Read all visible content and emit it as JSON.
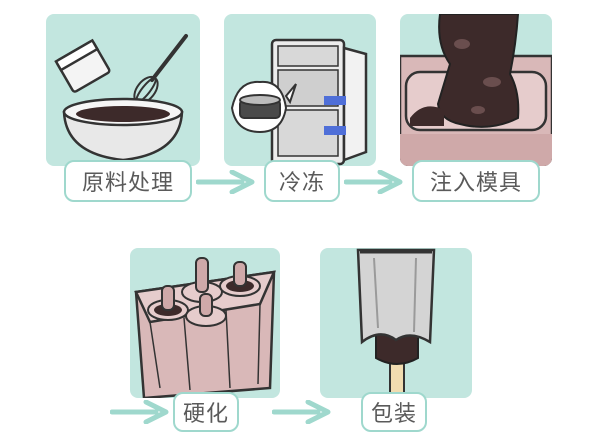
{
  "colors": {
    "panel_bg": "#c2e6df",
    "label_border": "#9fd8cd",
    "label_text": "#5a5a5a",
    "arrow": "#9fd8cd",
    "chocolate": "#3d2a2a",
    "mold_pink": "#d9b8b8"
  },
  "steps": [
    {
      "label": "原料处理",
      "icon": "bowl-whisk-icon"
    },
    {
      "label": "冷冻",
      "icon": "refrigerator-icon"
    },
    {
      "label": "注入模具",
      "icon": "pour-into-mold-icon"
    },
    {
      "label": "硬化",
      "icon": "popsicle-mold-icon"
    },
    {
      "label": "包装",
      "icon": "wrapped-popsicle-icon"
    }
  ]
}
